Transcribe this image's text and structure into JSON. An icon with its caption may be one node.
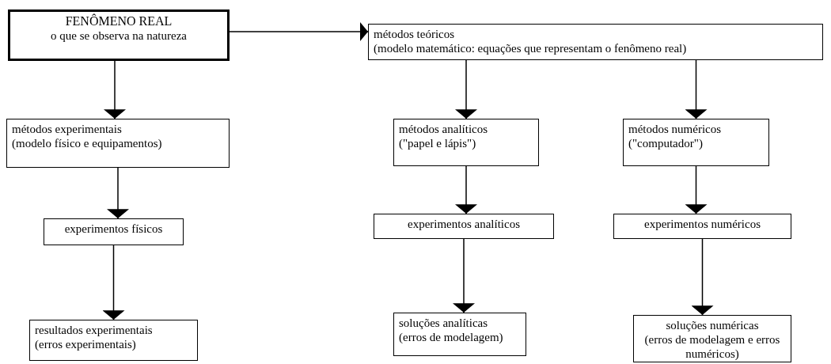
{
  "diagram": {
    "nodes": [
      {
        "text": [
          "FENÔMENO REAL",
          "o que se observa na natureza"
        ]
      },
      {
        "text": [
          "métodos teóricos",
          "(modelo matemático: equações que representam o fenômeno real)"
        ]
      },
      {
        "text": [
          "métodos experimentais",
          "(modelo físico e equipamentos)"
        ]
      },
      {
        "text": [
          "experimentos físicos"
        ]
      },
      {
        "text": [
          "resultados experimentais",
          "(erros experimentais)"
        ]
      },
      {
        "text": [
          "métodos analíticos",
          "(\"papel e lápis\")"
        ]
      },
      {
        "text": [
          "experimentos analíticos"
        ]
      },
      {
        "text": [
          "soluções analíticas",
          "(erros de modelagem)"
        ]
      },
      {
        "text": [
          "métodos numéricos",
          "(\"computador\")"
        ]
      },
      {
        "text": [
          "experimentos numéricos"
        ]
      },
      {
        "text": [
          "soluções numéricas",
          "(erros de modelagem e erros numéricos)"
        ]
      }
    ],
    "edges": [
      {
        "from": 0,
        "to": 1,
        "arrow": "to"
      },
      {
        "from": 0,
        "to": 2,
        "arrow": "to"
      },
      {
        "from": 2,
        "to": 3,
        "arrow": "to"
      },
      {
        "from": 3,
        "to": 4,
        "arrow": "to"
      },
      {
        "from": 1,
        "to": 5,
        "arrow": "to"
      },
      {
        "from": 5,
        "to": 6,
        "arrow": "to"
      },
      {
        "from": 6,
        "to": 7,
        "arrow": "to"
      },
      {
        "from": 1,
        "to": 8,
        "arrow": "to"
      },
      {
        "from": 8,
        "to": 9,
        "arrow": "to"
      },
      {
        "from": 9,
        "to": 10,
        "arrow": "to"
      }
    ]
  }
}
